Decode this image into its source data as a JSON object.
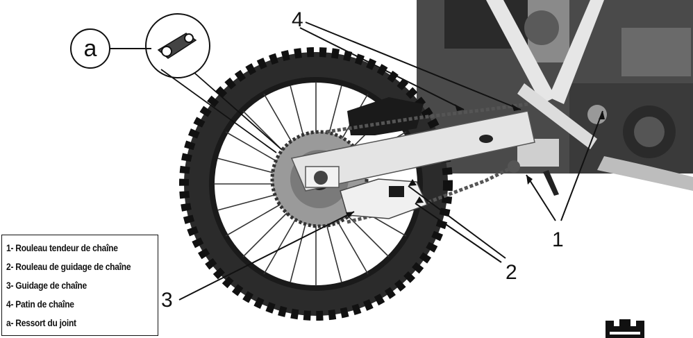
{
  "callouts": {
    "n1": "1",
    "n2": "2",
    "n3": "3",
    "n4": "4",
    "a": "a"
  },
  "legend": [
    "1- Rouleau tendeur de chaîne",
    "2- Rouleau de guidage de chaîne",
    "3- Guidage de chaîne",
    "4- Patin de chaîne",
    "a- Ressort du joint"
  ],
  "colors": {
    "tire": "#2b2b2b",
    "metal": "#d4d4d4",
    "dark": "#1a1a1a",
    "frame": "#e6e6e6"
  }
}
